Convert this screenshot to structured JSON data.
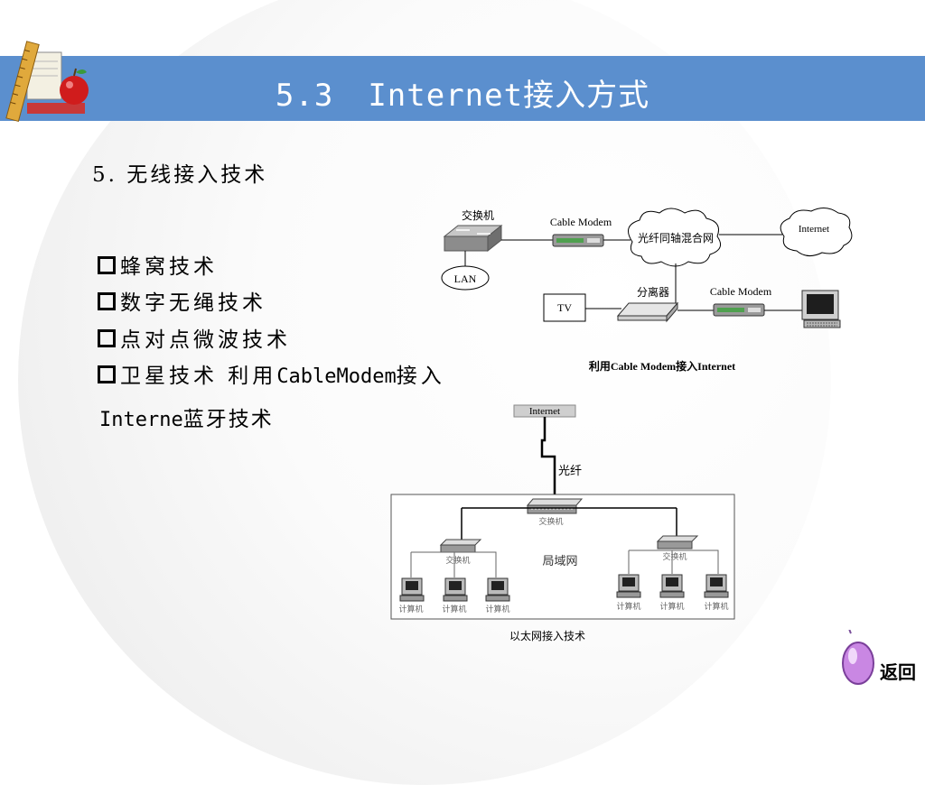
{
  "slide": {
    "title_number": "5.3",
    "title_text": "Internet接入方式",
    "heading": "5. 无线接入技术",
    "bullets": [
      "蜂窝技术",
      "数字无绳技术",
      "点对点微波技术"
    ],
    "bullet4_a": "卫星技术 利用",
    "bullet4_b": "CableModem",
    "bullet4_c": "接入",
    "line5_a": "Interne",
    "line5_b": "蓝牙技术",
    "back_label": "返回"
  },
  "diagram1": {
    "switch": "交换机",
    "lan": "LAN",
    "cable_modem_top": "Cable Modem",
    "hfc_network": "光纤同轴混合网",
    "internet": "Internet",
    "splitter": "分离器",
    "tv": "TV",
    "cable_modem_bottom": "Cable Modem",
    "caption": "利用Cable Modem接入Internet"
  },
  "diagram2": {
    "internet": "Internet",
    "fiber": "光纤",
    "main_switch": "交换机",
    "left_switch": "交换机",
    "right_switch": "交换机",
    "lan": "局域网",
    "computer": "计算机",
    "caption": "以太网接入技术"
  }
}
